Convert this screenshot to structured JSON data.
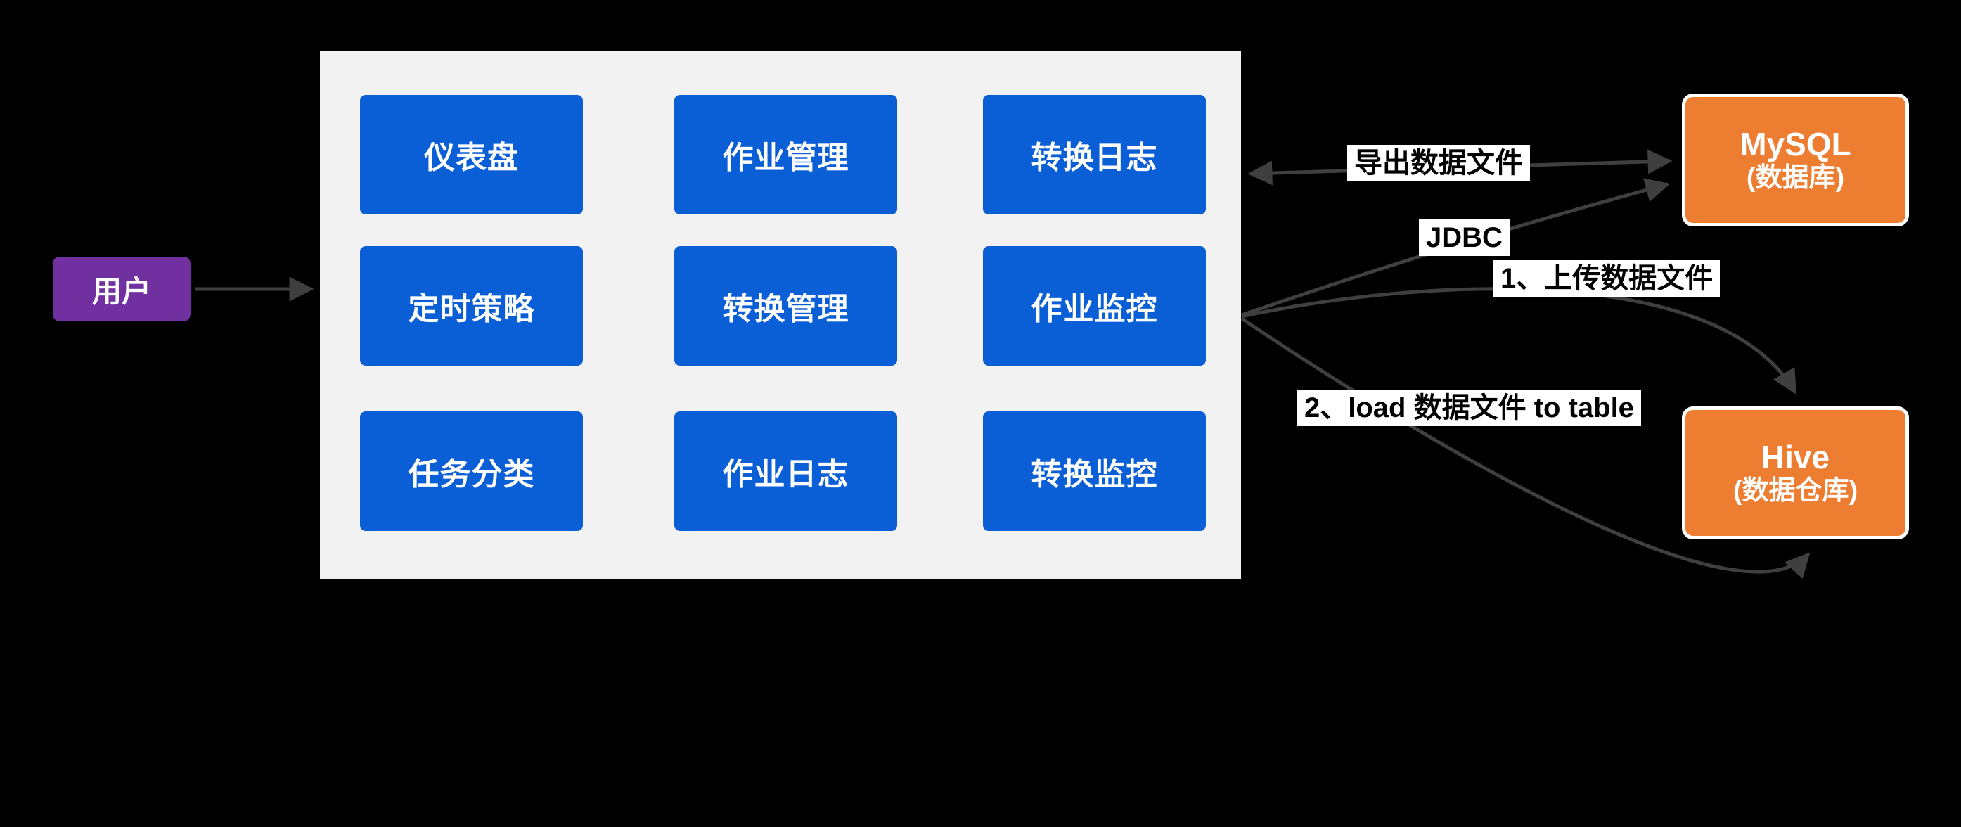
{
  "user": {
    "label": "用户"
  },
  "panel": {
    "buttons": [
      {
        "label": "仪表盘"
      },
      {
        "label": "作业管理"
      },
      {
        "label": "转换日志"
      },
      {
        "label": "定时策略"
      },
      {
        "label": "转换管理"
      },
      {
        "label": "作业监控"
      },
      {
        "label": "任务分类"
      },
      {
        "label": "作业日志"
      },
      {
        "label": "转换监控"
      }
    ]
  },
  "databases": {
    "mysql": {
      "name": "MySQL",
      "subtitle": "(数据库)"
    },
    "hive": {
      "name": "Hive",
      "subtitle": "(数据仓库)"
    }
  },
  "edges": {
    "export_label": "导出数据文件",
    "jdbc_label": "JDBC",
    "upload_label": "1、上传数据文件",
    "load_label": "2、load 数据文件 to table"
  },
  "colors": {
    "background": "#000000",
    "panel_bg": "#F2F2F2",
    "button_blue": "#0B5FD6",
    "user_purple": "#7030A0",
    "db_orange": "#ED7D31",
    "arrow_gray": "#3F3F3F",
    "label_bg": "#FFFFFF"
  }
}
